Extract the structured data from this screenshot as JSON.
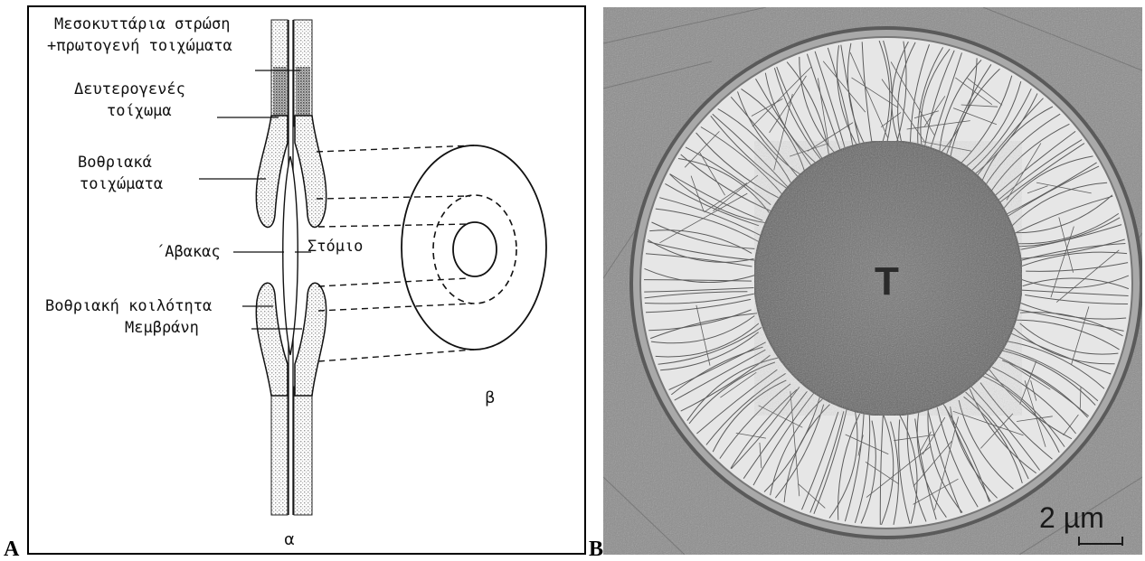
{
  "panels": {
    "left_letter": "A",
    "right_letter": "B"
  },
  "diagram": {
    "labels": {
      "middle_lamella_line1": "Μεσοκυττάρια στρώση",
      "middle_lamella_line2": "+πρωτογενή τοιχώματα",
      "secondary_wall_line1": "Δευτερογενές",
      "secondary_wall_line2": "τοίχωμα",
      "pit_walls_line1": "Βοθριακά",
      "pit_walls_line2": "τοιχώματα",
      "torus": "΄Αβακας",
      "aperture": "Στόμιο",
      "pit_cavity": "Βοθριακή κοιλότητα",
      "membrane": "Μεμβράνη",
      "sub_alpha": "α",
      "sub_beta": "β"
    }
  },
  "micrograph": {
    "center_label": "T",
    "scale_bar": "2 µm"
  },
  "colors": {
    "ink": "#111111",
    "stipple": "#b8b8b8",
    "micrograph_bg": "#8a8a8a",
    "torus_fill": "#6e6e6e",
    "membrane_light": "#d9d9d9"
  }
}
